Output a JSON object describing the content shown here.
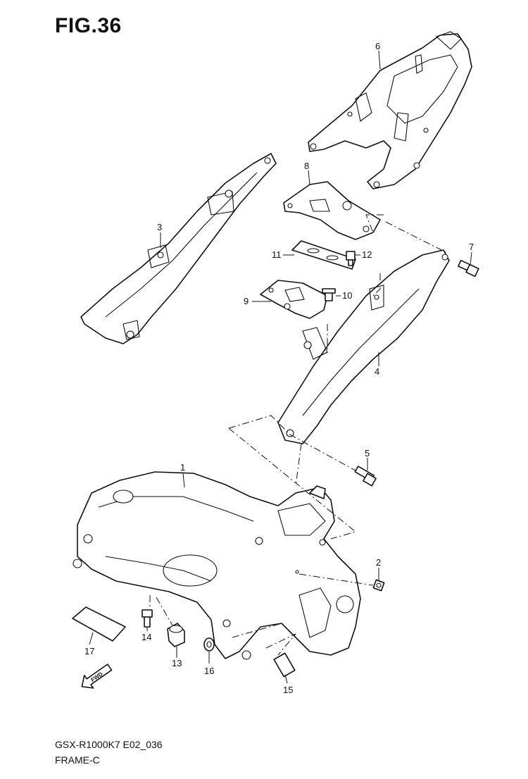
{
  "figure": {
    "title": "FIG.36",
    "model_code": "GSX-R1000K7 E02_036",
    "name": "FRAME-C"
  },
  "fwd_indicator": {
    "label": "FWD"
  },
  "callouts": [
    {
      "id": "1",
      "label": "1"
    },
    {
      "id": "2",
      "label": "2"
    },
    {
      "id": "3",
      "label": "3"
    },
    {
      "id": "4",
      "label": "4"
    },
    {
      "id": "5",
      "label": "5"
    },
    {
      "id": "6",
      "label": "6"
    },
    {
      "id": "7",
      "label": "7"
    },
    {
      "id": "8",
      "label": "8"
    },
    {
      "id": "9",
      "label": "9"
    },
    {
      "id": "10",
      "label": "10"
    },
    {
      "id": "11",
      "label": "11"
    },
    {
      "id": "12",
      "label": "12"
    },
    {
      "id": "13",
      "label": "13"
    },
    {
      "id": "14",
      "label": "14"
    },
    {
      "id": "15",
      "label": "15"
    },
    {
      "id": "16",
      "label": "16"
    },
    {
      "id": "17",
      "label": "17"
    }
  ]
}
